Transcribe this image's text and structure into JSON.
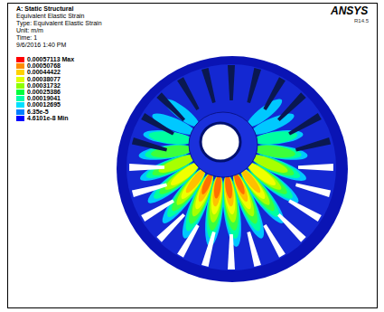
{
  "diagram": {
    "title": "A: Static Structural",
    "labels": [
      "Equivalent Elastic Strain",
      "Type: Equivalent Elastic Strain",
      "Unit: m/m",
      "Time: 1",
      "9/6/2016 1:40 PM",
      "ANSYS",
      "R14.5"
    ],
    "legend": [
      {
        "text": "0.00057113 Max",
        "color": "#ff0000"
      },
      {
        "text": "0.00050768",
        "color": "#ff8c00"
      },
      {
        "text": "0.00044422",
        "color": "#ffd200"
      },
      {
        "text": "0.00038077",
        "color": "#e0ff00"
      },
      {
        "text": "0.00031732",
        "color": "#8cff00"
      },
      {
        "text": "0.00025386",
        "color": "#00ff3c"
      },
      {
        "text": "0.00019041",
        "color": "#00ffa8"
      },
      {
        "text": "0.00012695",
        "color": "#00e0ff"
      },
      {
        "text": "6.35e-5",
        "color": "#0080ff"
      },
      {
        "text": "4.6101e-8 Min",
        "color": "#0000ff"
      }
    ]
  }
}
